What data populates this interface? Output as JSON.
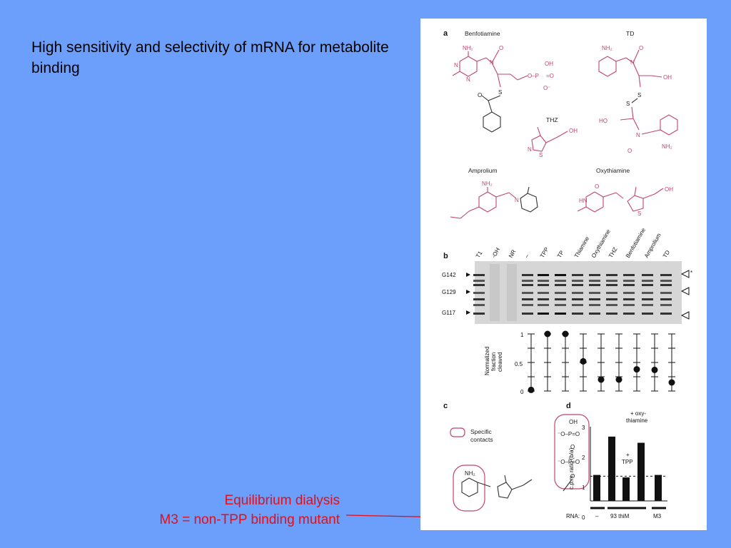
{
  "slide": {
    "title": "High sensitivity and selectivity of mRNA for metabolite binding",
    "note_line1": "Equilibrium dialysis",
    "note_line2": "M3 = non-TPP binding mutant",
    "note_color": "#e0101a",
    "background": "#6b9ffb"
  },
  "figure": {
    "panel_a": {
      "label": "a",
      "compounds": [
        "Benfotiamine",
        "TD",
        "THZ",
        "Amprolium",
        "Oxythiamine"
      ]
    },
    "panel_b": {
      "label": "b",
      "lanes": [
        "T1",
        "-OH",
        "NR",
        "–",
        "TPP",
        "TP",
        "Thiamine",
        "Oxythiamine",
        "THZ",
        "Benfotiamine",
        "Amprolium",
        "TD"
      ],
      "markers": [
        "G142",
        "G129",
        "G117"
      ],
      "star": "*",
      "ylabel": "Normalized fraction cleaved",
      "yticks": [
        "1",
        "0.5",
        "0"
      ]
    },
    "panel_c": {
      "label": "c",
      "legend": "Specific contacts"
    },
    "panel_d": {
      "label": "d",
      "ylabel": "c.p.m. ratio (b/a)",
      "yticks": [
        "3",
        "2",
        "1",
        "0"
      ],
      "annotation_oxy": "+ oxy- thiamine",
      "annotation_tpp": "+ TPP",
      "rna_label": "RNA:",
      "group_labels": [
        "–",
        "93 thiM",
        "M3"
      ]
    }
  },
  "chart_data": [
    {
      "type": "scatter",
      "title": "",
      "ylabel": "Normalized fraction cleaved",
      "ylim": [
        0,
        1
      ],
      "categories": [
        "–",
        "TPP",
        "TP",
        "Thiamine",
        "Oxythiamine",
        "THZ",
        "Benfotiamine",
        "Amprolium",
        "TD"
      ],
      "values": [
        0.02,
        1.0,
        1.0,
        0.52,
        0.2,
        0.2,
        0.38,
        0.37,
        0.15
      ]
    },
    {
      "type": "bar",
      "title": "",
      "ylabel": "c.p.m. ratio (b/a)",
      "ylim": [
        0,
        3
      ],
      "categories": [
        "–",
        "93 thiM",
        "93 thiM + TPP",
        "93 thiM + oxythiamine",
        "M3"
      ],
      "values": [
        1.05,
        2.6,
        0.95,
        2.35,
        1.05
      ]
    }
  ]
}
